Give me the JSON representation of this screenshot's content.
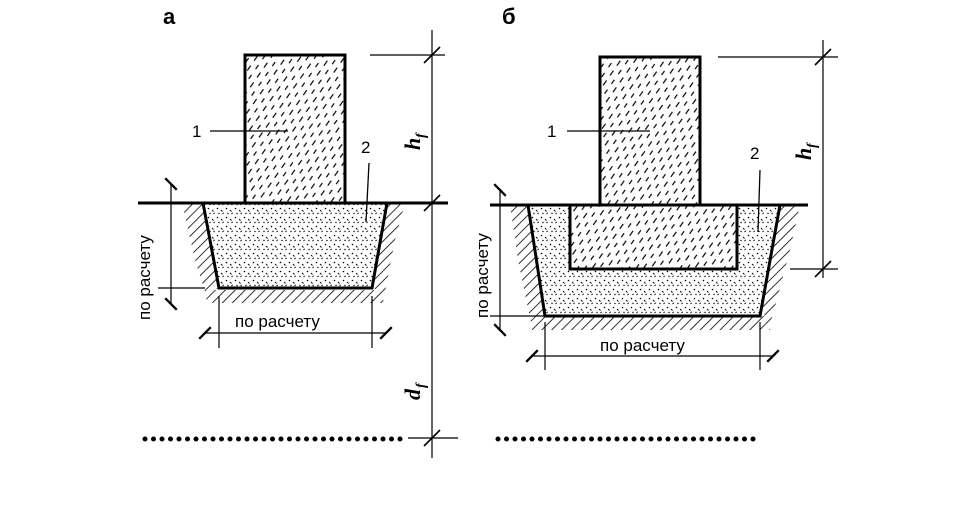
{
  "panels": [
    {
      "letter": "а",
      "label_foundation": "1",
      "label_cushion": "2",
      "dim_height_symbol": "h",
      "dim_height_subscript": "f",
      "dim_depth_symbol": "d",
      "dim_depth_subscript": "f",
      "dim_vertical_text": "по расчету",
      "dim_width_text": "по расчету"
    },
    {
      "letter": "б",
      "label_foundation": "1",
      "label_cushion": "2",
      "dim_height_symbol": "h",
      "dim_height_subscript": "f",
      "dim_vertical_text": "по расчету",
      "dim_width_text": "по расчету"
    }
  ]
}
